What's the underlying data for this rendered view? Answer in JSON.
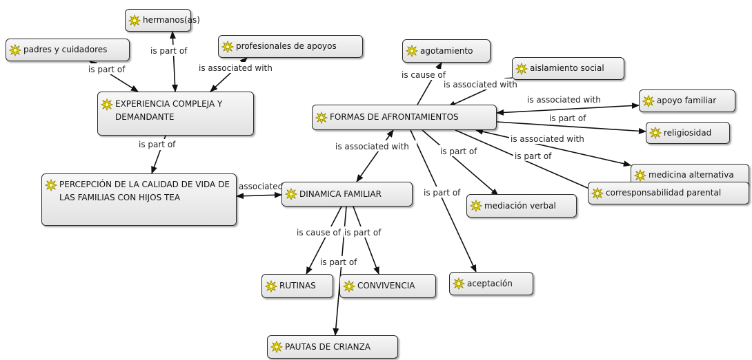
{
  "nodes": {
    "hermanos": "hermanos(as)",
    "padres": "padres y cuidadores",
    "profesionales": "profesionales de apoyos",
    "experiencia": "EXPERIENCIA COMPLEJA  Y DEMANDANTE",
    "percepcion": "PERCEPCIÓN DE LA CALIDAD DE VIDA DE LAS FAMILIAS CON HIJOS TEA",
    "dinamica": "DINAMICA FAMILIAR",
    "formas": "FORMAS DE AFRONTAMIENTOS",
    "agotamiento": "agotamiento",
    "aislamiento": "aislamiento social",
    "apoyo": "apoyo familiar",
    "religiosidad": "religiosidad",
    "medicina": "medicina alternativa",
    "corresponsabilidad": "corresponsabilidad parental",
    "mediacion": "mediación verbal",
    "aceptacion": "aceptación",
    "rutinas": "RUTINAS",
    "convivencia": "CONVIVENCIA",
    "pautas": "PAUTAS DE CRIANZA"
  },
  "relations": {
    "hermanos_exp": "is part of",
    "padres_exp": "is part of",
    "prof_exp": "is associated with",
    "exp_per": "is part of",
    "per_din": "associated with",
    "formas_din": "is associated with",
    "din_rutinas": "is cause of",
    "din_conv": "is part of",
    "din_pautas": "is part of",
    "formas_agot": "is cause of",
    "formas_aisl": "is associated with",
    "formas_apoyo": "is associated with",
    "formas_relig": "is part of",
    "formas_medic": "is associated with",
    "formas_corresp": "is part of",
    "formas_medi": "is part of",
    "formas_acept": "is part of"
  },
  "colors": {
    "node_border": "#2b2b2b",
    "node_fill": "#ececec",
    "icon": "#f2e200",
    "line": "#111111"
  },
  "icon": "concept-sun-icon"
}
